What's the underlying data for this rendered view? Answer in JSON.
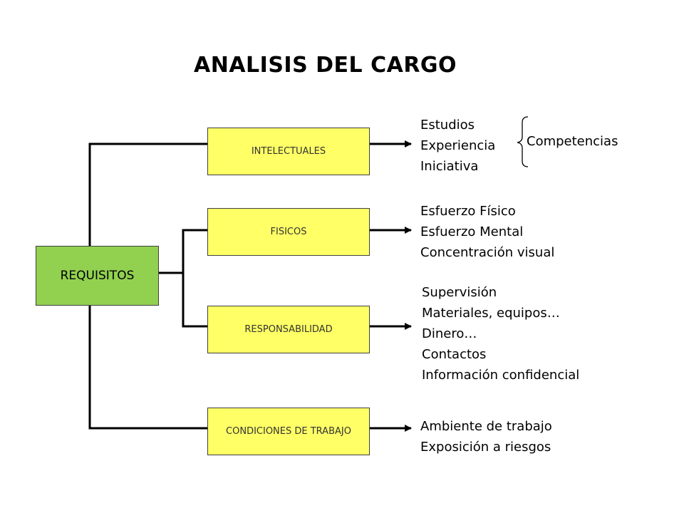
{
  "title": "ANALISIS DEL CARGO",
  "root": "REQUISITOS",
  "categories": [
    {
      "label": "INTELECTUALES",
      "items": [
        "Estudios",
        "Experiencia",
        "Iniciativa"
      ]
    },
    {
      "label": "FISICOS",
      "items": [
        "Esfuerzo Físico",
        "Esfuerzo Mental",
        "Concentración visual"
      ]
    },
    {
      "label": "RESPONSABILIDAD",
      "items": [
        "Supervisión",
        "Materiales, equipos…",
        "Dinero…",
        "Contactos",
        "Información confidencial"
      ]
    },
    {
      "label": "CONDICIONES DE TRABAJO",
      "items": [
        "Ambiente de trabajo",
        "Exposición a riesgos"
      ]
    }
  ],
  "competencias": "Competencias",
  "colors": {
    "root_fill": "#92d050",
    "category_fill": "#ffff66",
    "connector": "#000000"
  }
}
